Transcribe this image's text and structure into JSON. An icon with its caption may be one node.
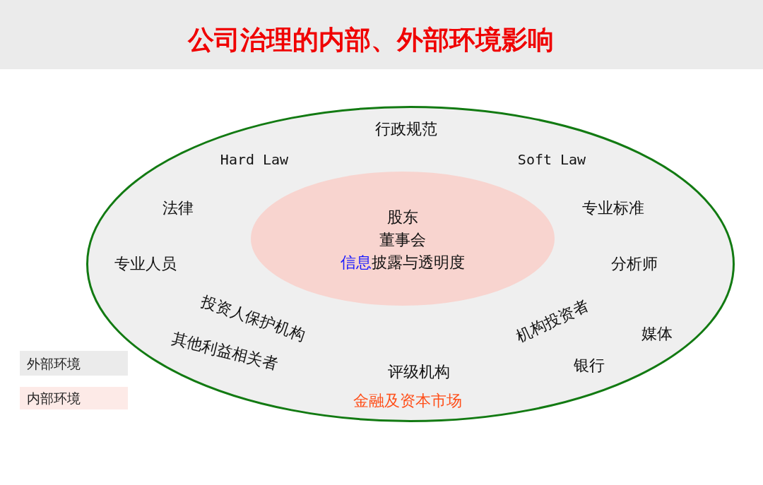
{
  "diagram": {
    "title": "公司治理的内部、外部环境影响",
    "nodes": [
      {
        "text": [
          "行政规范",
          "Hard Law",
          "Soft Law",
          "法律",
          "专业标准",
          "专业人员",
          "分析师",
          "投资人保护机构",
          "机构投资者",
          "媒体",
          "其他利益相关者",
          "银行",
          "评级机构",
          "金融及资本市场"
        ]
      },
      {
        "text": [
          "股东",
          "董事会",
          "**信息**披露与透明度"
        ],
        "in": 0
      }
    ],
    "legend": [
      {
        "text": "外部环境",
        "color": "#ebebeb"
      },
      {
        "text": "内部环境",
        "color": "#fdeae7"
      }
    ]
  }
}
